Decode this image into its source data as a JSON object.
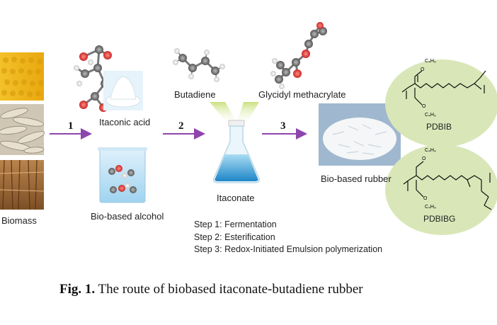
{
  "labels": {
    "itaconic_acid": "Itaconic acid",
    "butadiene": "Butadiene",
    "glycidyl_methacrylate": "Glycidyl methacrylate",
    "itaconate": "Itaconate",
    "bio_based_alcohol": "Bio-based alcohol",
    "bio_based_rubber": "Bio-based rubber",
    "biomass": "Biomass",
    "pdbib": "PDBIB",
    "pdbibg": "PDBIBG"
  },
  "step_numbers": [
    "1",
    "2",
    "3"
  ],
  "steps": [
    "Step 1: Fermentation",
    "Step 2: Esterification",
    "Step 3: Redox-Initiated Emulsion polymerization"
  ],
  "caption": {
    "prefix": "Fig. 1.",
    "text": " The route of biobased itaconate-butadiene rubber"
  },
  "colors": {
    "arrow": "#8e44ad",
    "ellipse": "#d9e7b8",
    "flask_liquid": "#3da0d8",
    "beam": "#c8e07a"
  }
}
